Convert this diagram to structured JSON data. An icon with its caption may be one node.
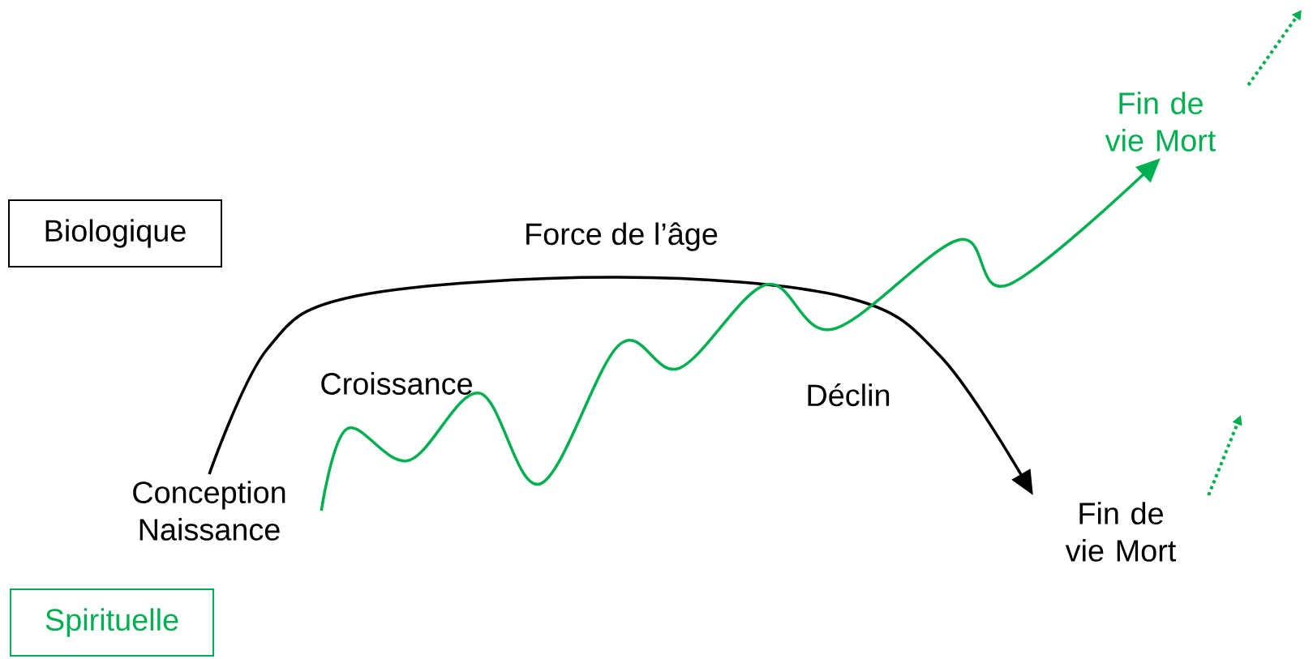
{
  "diagram": {
    "nodes": [
      {
        "text": [
          "Biologique"
        ]
      },
      {
        "text": [
          "Spirituelle"
        ]
      },
      {
        "text": [
          "Conception Naissance"
        ]
      },
      {
        "text": [
          "Fin de vie Mort"
        ]
      },
      {
        "text": [
          "Fin de vie Mort"
        ]
      }
    ],
    "edges": [
      {
        "from": 2,
        "to": 3,
        "arrow": "to",
        "color": "#000000"
      },
      {
        "from": 2,
        "to": 4,
        "arrow": "to"
      },
      {
        "from": 3,
        "to": null,
        "arrow": "to",
        "style": "dashed"
      },
      {
        "from": 4,
        "to": null,
        "arrow": "to",
        "style": "dashed"
      }
    ],
    "labels": [
      "Force de l’âge",
      "Croissance",
      "Déclin"
    ]
  }
}
